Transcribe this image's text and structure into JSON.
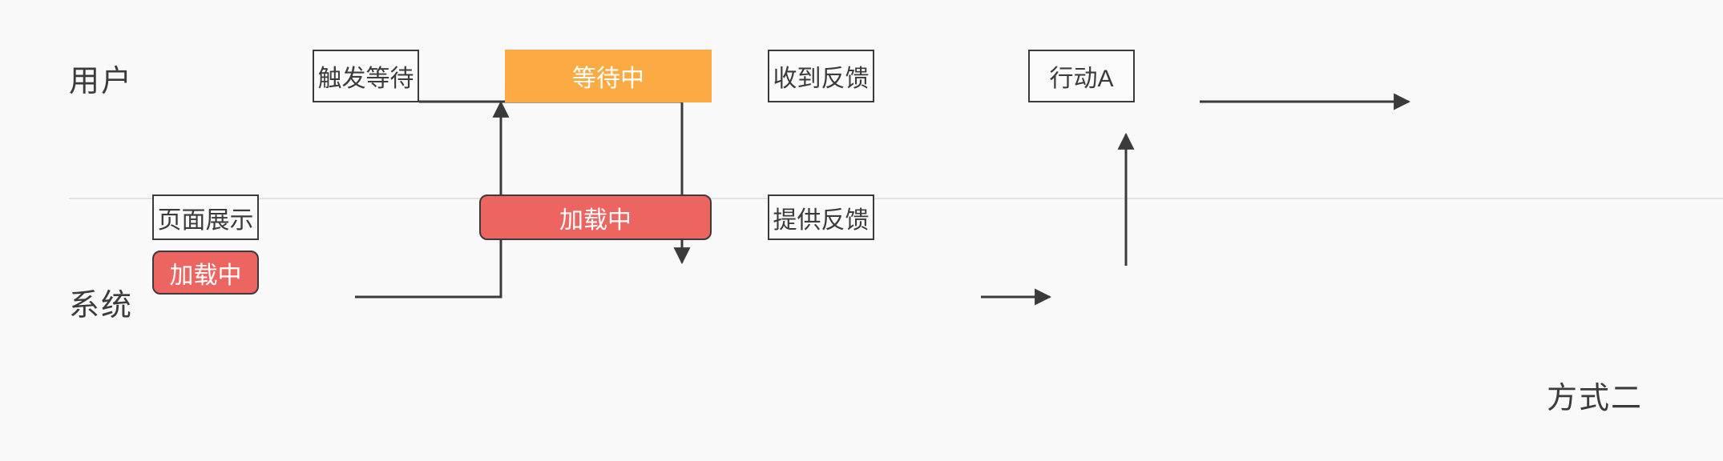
{
  "diagram": {
    "title_note": "方式二",
    "lanes": [
      {
        "id": "user",
        "label": "用户"
      },
      {
        "id": "system",
        "label": "系统"
      }
    ],
    "nodes": [
      {
        "id": "trigger-wait",
        "label": "触发等待",
        "lane": "user",
        "style": "plain"
      },
      {
        "id": "waiting",
        "label": "等待中",
        "lane": "user",
        "style": "state-wait"
      },
      {
        "id": "got-feedback",
        "label": "收到反馈",
        "lane": "user",
        "style": "plain"
      },
      {
        "id": "action-a",
        "label": "行动A",
        "lane": "user",
        "style": "plain"
      },
      {
        "id": "page-display",
        "label": "页面展示",
        "lane": "system",
        "style": "plain"
      },
      {
        "id": "loading-small",
        "label": "加载中",
        "lane": "system",
        "style": "state-load"
      },
      {
        "id": "loading-big",
        "label": "加载中",
        "lane": "system",
        "style": "state-load"
      },
      {
        "id": "give-feedback",
        "label": "提供反馈",
        "lane": "system",
        "style": "plain"
      }
    ],
    "edges": [
      {
        "id": "e1",
        "from": "page-display",
        "to": "trigger-wait",
        "kind": "elbow-up"
      },
      {
        "id": "e2",
        "from": "trigger-wait",
        "to": "loading-big",
        "kind": "elbow-down"
      },
      {
        "id": "e3",
        "from": "loading-big",
        "to": "give-feedback",
        "kind": "straight-right"
      },
      {
        "id": "e4",
        "from": "give-feedback",
        "to": "got-feedback",
        "kind": "straight-up"
      },
      {
        "id": "e5",
        "from": "got-feedback",
        "to": "action-a",
        "kind": "straight-right"
      }
    ]
  },
  "colors": {
    "background": "#F9F9F9",
    "stroke": "#3B3B3B",
    "divider": "#E3E3E3",
    "waiting": "#FCAA43",
    "loading": "#EC6560",
    "on_accent_text": "#FFFFFF"
  }
}
